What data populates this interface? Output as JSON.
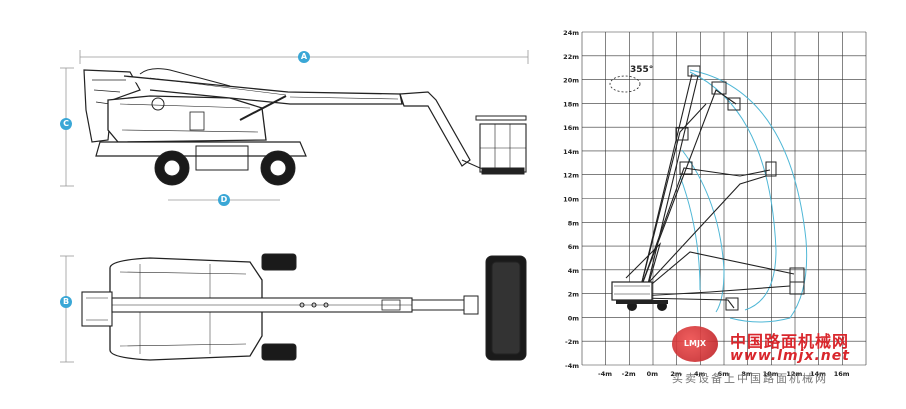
{
  "dimensions": {
    "a": "A",
    "b": "B",
    "c": "C",
    "d": "D"
  },
  "rotation_label": "355°",
  "y_ticks": [
    "24m",
    "22m",
    "20m",
    "18m",
    "16m",
    "14m",
    "12m",
    "10m",
    "8m",
    "6m",
    "4m",
    "2m",
    "0m",
    "-2m",
    "-4m"
  ],
  "x_ticks": [
    "-4m",
    "-2m",
    "0m",
    "2m",
    "4m",
    "6m",
    "8m",
    "10m",
    "12m",
    "14m",
    "16m"
  ],
  "watermark": {
    "brand": "中国路面机械网",
    "url": "www.lmjx.net",
    "tagline": "买卖设备上中国路面机械网",
    "logo_text": "LMJX",
    "brand_color": "#d9262c"
  }
}
